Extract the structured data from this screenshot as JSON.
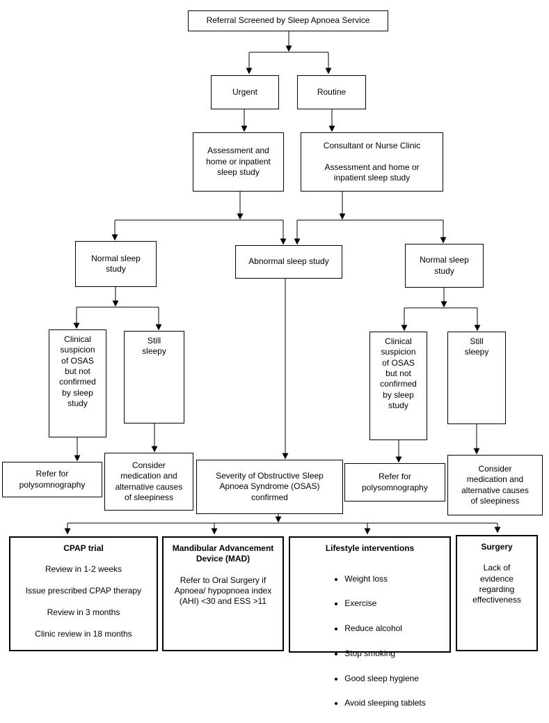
{
  "nodes": {
    "referral": {
      "label": "Referral Screened by Sleep Apnoea Service"
    },
    "urgent": {
      "label": "Urgent"
    },
    "routine": {
      "label": "Routine"
    },
    "assessment_urgent": {
      "label": "Assessment and\nhome or inpatient\nsleep study"
    },
    "clinic_routine": {
      "label": "Consultant or Nurse Clinic\n\nAssessment and home or\ninpatient sleep study"
    },
    "normal_left": {
      "label": "Normal sleep\nstudy"
    },
    "abnormal": {
      "label": "Abnormal sleep study"
    },
    "normal_right": {
      "label": "Normal sleep\nstudy"
    },
    "suspicion_left": {
      "label": "Clinical\nsuspicion\nof OSAS\nbut not\nconfirmed\nby sleep\nstudy"
    },
    "sleepy_left": {
      "label": "Still\nsleepy"
    },
    "suspicion_right": {
      "label": "Clinical\nsuspicion\nof OSAS\nbut not\nconfirmed\nby sleep\nstudy"
    },
    "sleepy_right": {
      "label": "Still\nsleepy"
    },
    "refer_left": {
      "label": "Refer for\npolysomnography"
    },
    "consider_left": {
      "label": "Consider\nmedication and\nalternative causes\nof sleepiness"
    },
    "severity": {
      "label": "Severity of Obstructive Sleep\nApnoea Syndrome (OSAS)\nconfirmed"
    },
    "refer_right": {
      "label": "Refer for\npolysomnography"
    },
    "consider_right": {
      "label": "Consider\nmedication and\nalternative causes\nof sleepiness"
    },
    "cpap": {
      "title": "CPAP trial",
      "body": "Review in 1-2 weeks\n\nIssue prescribed CPAP therapy\n\nReview in 3 months\n\nClinic review in 18 months"
    },
    "mad": {
      "title": "Mandibular Advancement\nDevice (MAD)",
      "body": "Refer to Oral Surgery if\nApnoea/ hypopnoea index\n(AHI) <30 and ESS >11"
    },
    "lifestyle": {
      "title": "Lifestyle interventions",
      "items": [
        "Weight loss",
        "Exercise",
        "Reduce alcohol",
        "Stop smoking",
        "Good sleep hygiene",
        "Avoid sleeping tablets"
      ]
    },
    "surgery": {
      "title": "Surgery",
      "body": "Lack of\nevidence\nregarding\neffectiveness"
    }
  },
  "colors": {
    "background": "#ffffff",
    "line": "#000000",
    "box_border": "#000000",
    "text": "#000000"
  }
}
